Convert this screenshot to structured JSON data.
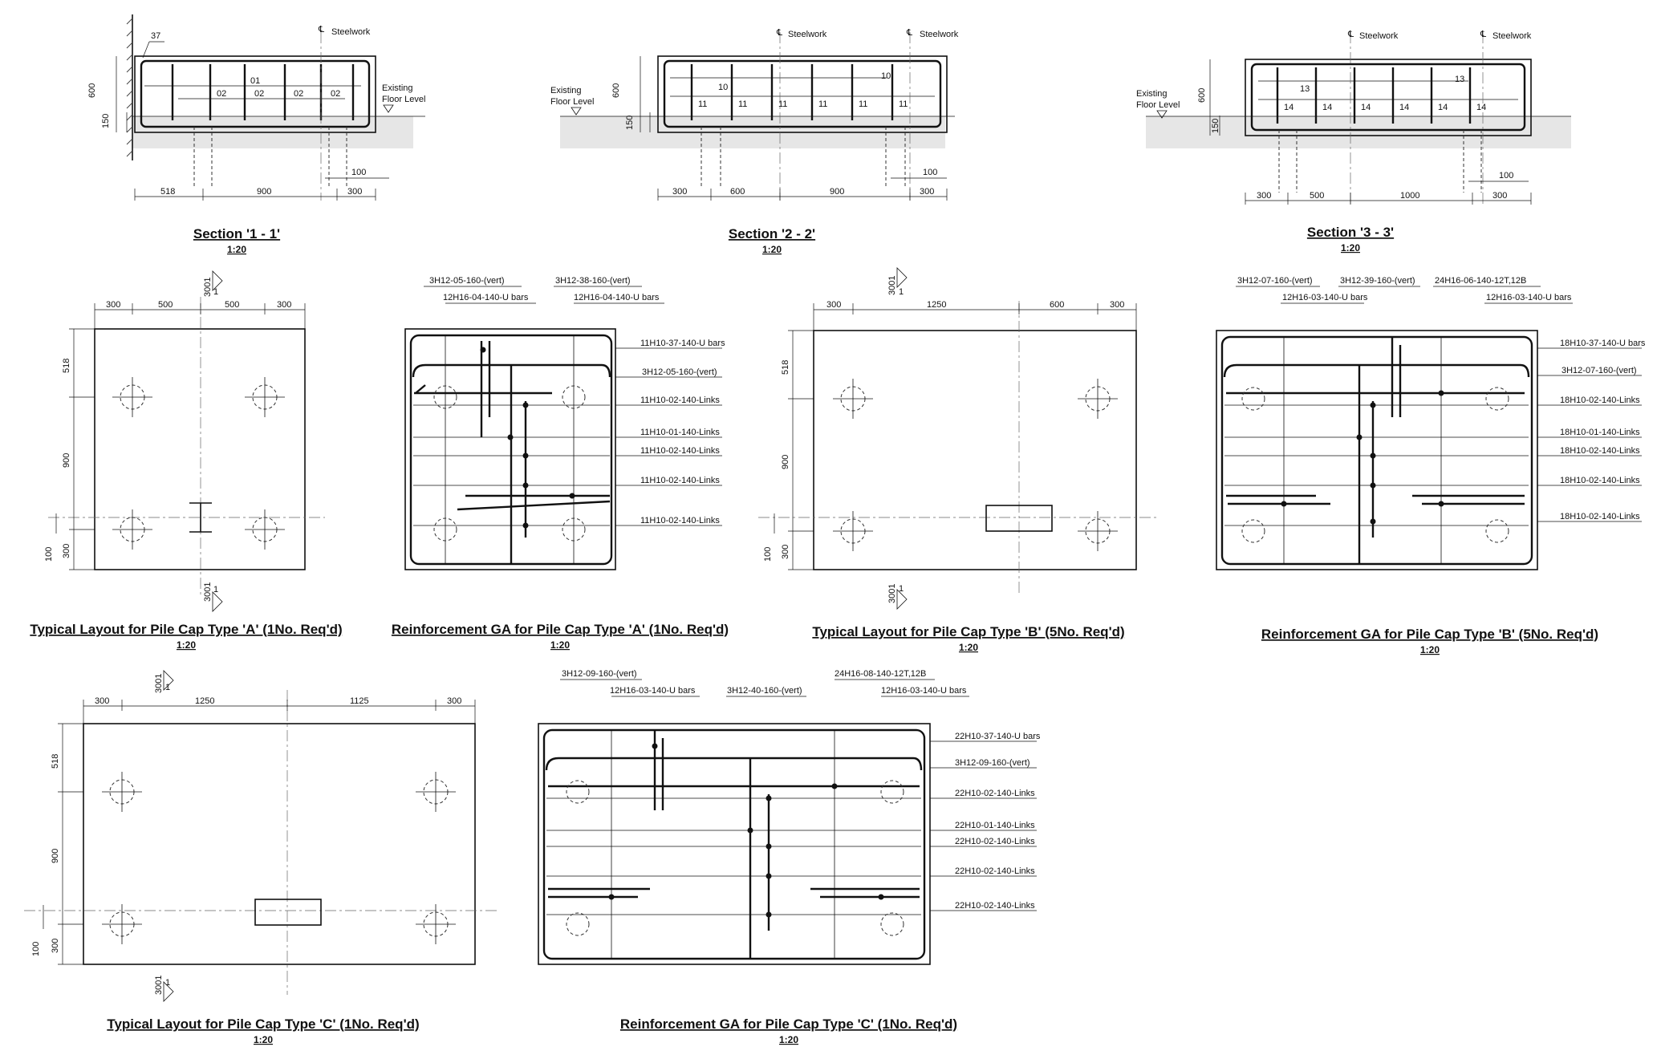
{
  "common": {
    "steelwork": "Steelwork",
    "existing_floor": [
      "Existing",
      "Floor Level"
    ],
    "section_ref": "3001",
    "section_num": "1",
    "scale": "1:20"
  },
  "sections": [
    {
      "title": "Section '1 - 1'",
      "bar_marks": [
        "37",
        "01",
        "02",
        "02",
        "02",
        "02"
      ],
      "dims": {
        "overall_depth": "600",
        "bottom_depth": "150",
        "bottom": [
          "518",
          "900",
          "300"
        ],
        "edge": "100"
      }
    },
    {
      "title": "Section '2 - 2'",
      "bar_marks": [
        "10",
        "10",
        "11",
        "11",
        "11",
        "11",
        "11",
        "11"
      ],
      "dims": {
        "overall_depth": "600",
        "bottom_depth": "150",
        "bottom": [
          "300",
          "600",
          "900",
          "300"
        ],
        "edge": "100"
      }
    },
    {
      "title": "Section '3 - 3'",
      "bar_marks": [
        "13",
        "13",
        "14",
        "14",
        "14",
        "14",
        "14",
        "14"
      ],
      "dims": {
        "overall_depth": "600",
        "bottom_depth": "150",
        "bottom": [
          "300",
          "500",
          "1000",
          "300"
        ],
        "edge": "100"
      }
    }
  ],
  "layouts": [
    {
      "title": "Typical Layout for Pile Cap Type 'A'  (1No. Req'd)",
      "top_dims": [
        "300",
        "500",
        "500",
        "300"
      ],
      "side_dims": [
        "518",
        "900",
        "300",
        "100"
      ]
    },
    {
      "title": "Typical Layout for Pile Cap Type 'B'  (5No. Req'd)",
      "top_dims": [
        "300",
        "1250",
        "600",
        "300"
      ],
      "side_dims": [
        "518",
        "900",
        "300",
        "100"
      ]
    },
    {
      "title": "Typical Layout for Pile Cap Type 'C'  (1No. Req'd)",
      "top_dims": [
        "300",
        "1250",
        "1125",
        "300"
      ],
      "side_dims": [
        "518",
        "900",
        "300",
        "100"
      ]
    }
  ],
  "reinforcement": [
    {
      "title": "Reinforcement GA for Pile Cap Type 'A'  (1No. Req'd)",
      "top_labels": [
        "3H12-05-160-(vert)",
        "12H16-04-140-U bars",
        "3H12-38-160-(vert)",
        "12H16-04-140-U bars"
      ],
      "right_labels": [
        "11H10-37-140-U bars",
        "3H12-05-160-(vert)",
        "11H10-02-140-Links",
        "11H10-01-140-Links",
        "11H10-02-140-Links",
        "11H10-02-140-Links",
        "11H10-02-140-Links"
      ]
    },
    {
      "title": "Reinforcement GA for Pile Cap Type 'B'  (5No. Req'd)",
      "top_labels": [
        "3H12-07-160-(vert)",
        "12H16-03-140-U bars",
        "3H12-39-160-(vert)",
        "24H16-06-140-12T,12B",
        "12H16-03-140-U bars"
      ],
      "right_labels": [
        "18H10-37-140-U bars",
        "3H12-07-160-(vert)",
        "18H10-02-140-Links",
        "18H10-01-140-Links",
        "18H10-02-140-Links",
        "18H10-02-140-Links",
        "18H10-02-140-Links"
      ]
    },
    {
      "title": "Reinforcement GA for Pile Cap Type 'C'  (1No. Req'd)",
      "top_labels": [
        "3H12-09-160-(vert)",
        "12H16-03-140-U bars",
        "3H12-40-160-(vert)",
        "24H16-08-140-12T,12B",
        "12H16-03-140-U bars"
      ],
      "right_labels": [
        "22H10-37-140-U bars",
        "3H12-09-160-(vert)",
        "22H10-02-140-Links",
        "22H10-01-140-Links",
        "22H10-02-140-Links",
        "22H10-02-140-Links",
        "22H10-02-140-Links"
      ]
    }
  ]
}
